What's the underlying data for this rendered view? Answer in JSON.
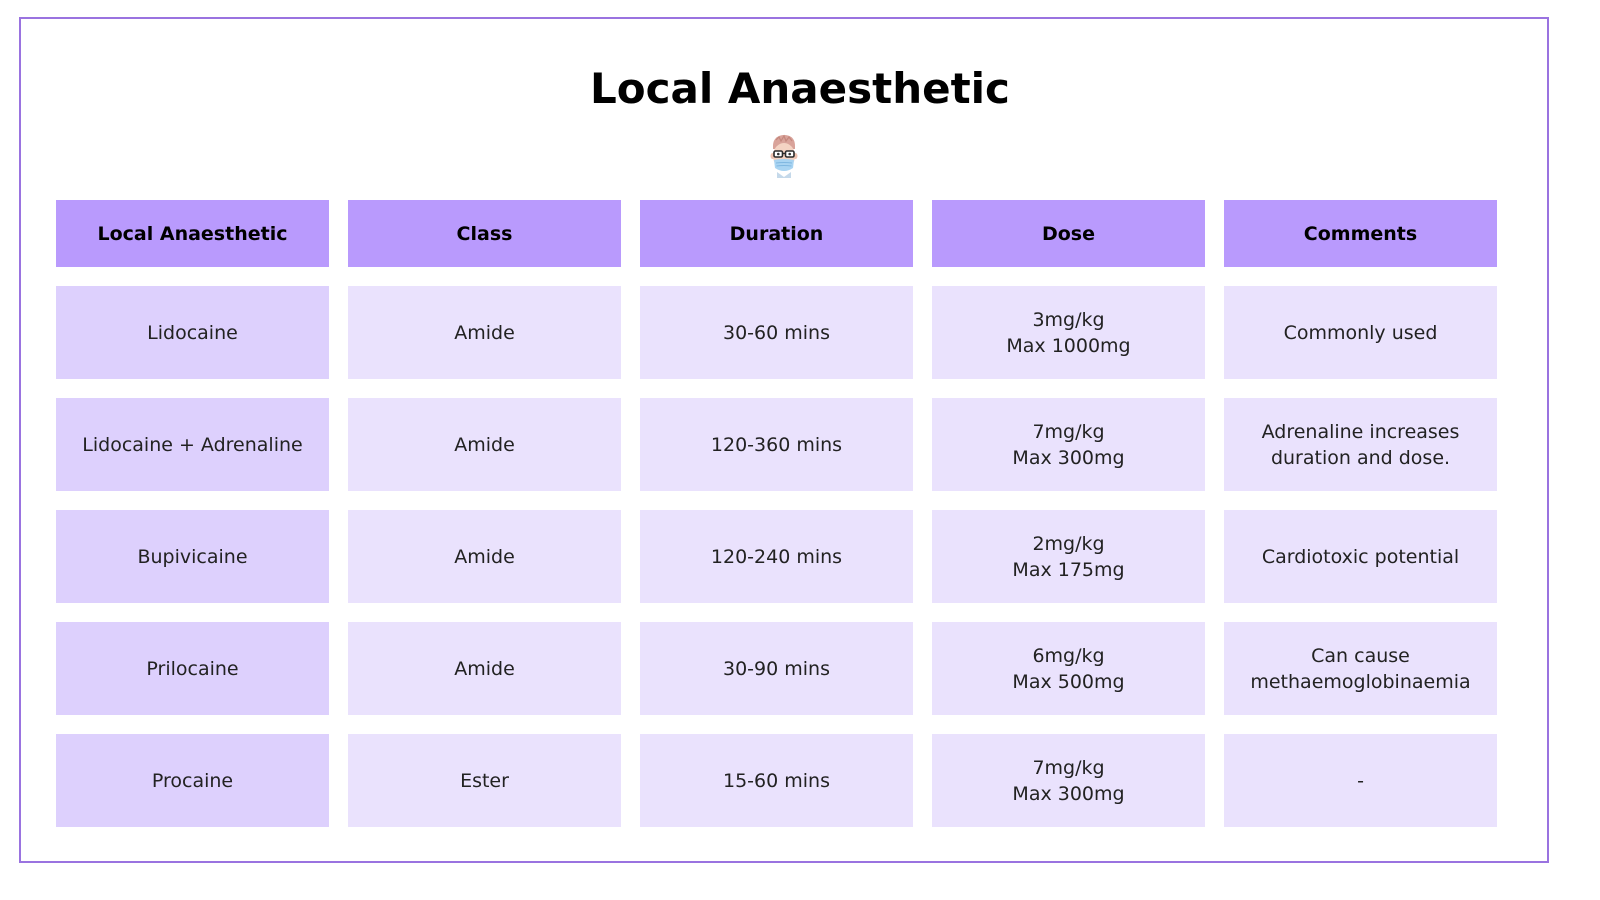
{
  "page": {
    "title": "Local Anaesthetic"
  },
  "avatar": {
    "icon": "doctor-avatar-icon"
  },
  "table": {
    "headers": [
      "Local Anaesthetic",
      "Class",
      "Duration",
      "Dose",
      "Comments"
    ],
    "rows": [
      [
        "Lidocaine",
        "Amide",
        "30-60 mins",
        "3mg/kg\nMax 1000mg",
        "Commonly used"
      ],
      [
        "Lidocaine + Adrenaline",
        "Amide",
        "120-360 mins",
        "7mg/kg\nMax 300mg",
        "Adrenaline increases\nduration and dose."
      ],
      [
        "Bupivicaine",
        "Amide",
        "120-240 mins",
        "2mg/kg\nMax 175mg",
        "Cardiotoxic potential"
      ],
      [
        "Prilocaine",
        "Amide",
        "30-90 mins",
        "6mg/kg\nMax 500mg",
        "Can cause\nmethaemoglobinaemia"
      ],
      [
        "Procaine",
        "Ester",
        "15-60 mins",
        "7mg/kg\nMax 300mg",
        "-"
      ]
    ]
  },
  "colors": {
    "frame_border": "#9a73e0",
    "header_bg": "#b99afd",
    "first_column_bg": "#ddd0fd",
    "cell_bg": "#eae2fd"
  }
}
